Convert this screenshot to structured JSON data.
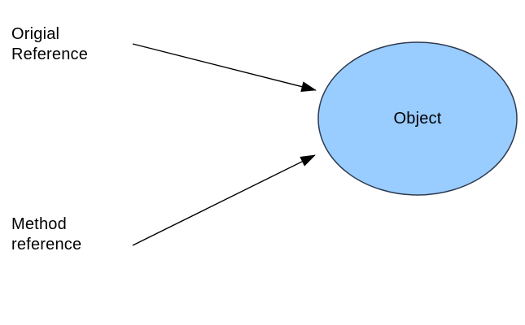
{
  "labels": {
    "original_reference": {
      "line1": "Origial",
      "line2": "Reference"
    },
    "method_reference": {
      "line1": "Method",
      "line2": "reference"
    },
    "object": "Object"
  },
  "colors": {
    "background": "#FFFFFF",
    "ellipse_fill": "#99CCFF",
    "ellipse_stroke": "#2E3B4E",
    "arrow": "#000000",
    "text": "#000000"
  }
}
